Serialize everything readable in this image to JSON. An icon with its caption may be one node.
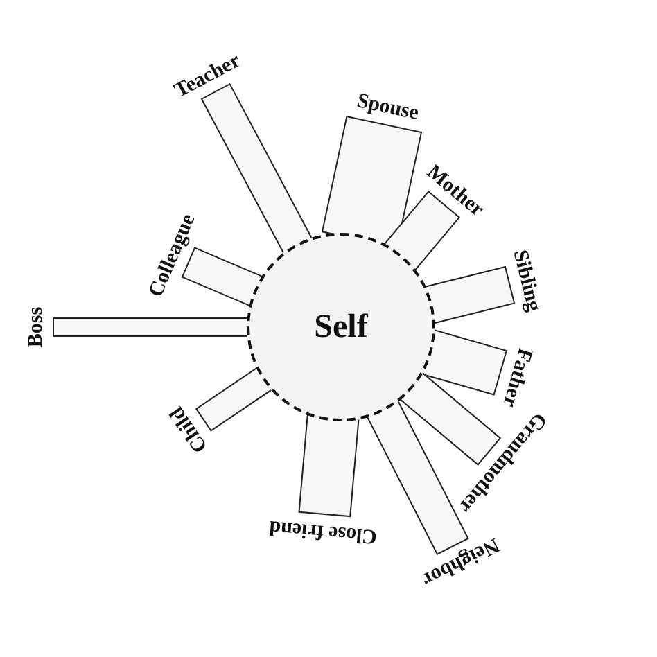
{
  "diagram": {
    "nodes": [
      {
        "text": [
          "Self"
        ]
      },
      {
        "text": [
          "Teacher"
        ]
      },
      {
        "text": [
          "Spouse"
        ]
      },
      {
        "text": [
          "Mother"
        ]
      },
      {
        "text": [
          "Sibling"
        ]
      },
      {
        "text": [
          "Father"
        ]
      },
      {
        "text": [
          "Grandmother"
        ]
      },
      {
        "text": [
          "Neighbor"
        ]
      },
      {
        "text": [
          "Close friend"
        ]
      },
      {
        "text": [
          "Child"
        ]
      },
      {
        "text": [
          "Boss"
        ]
      },
      {
        "text": [
          "Colleague"
        ]
      }
    ],
    "edges": []
  }
}
